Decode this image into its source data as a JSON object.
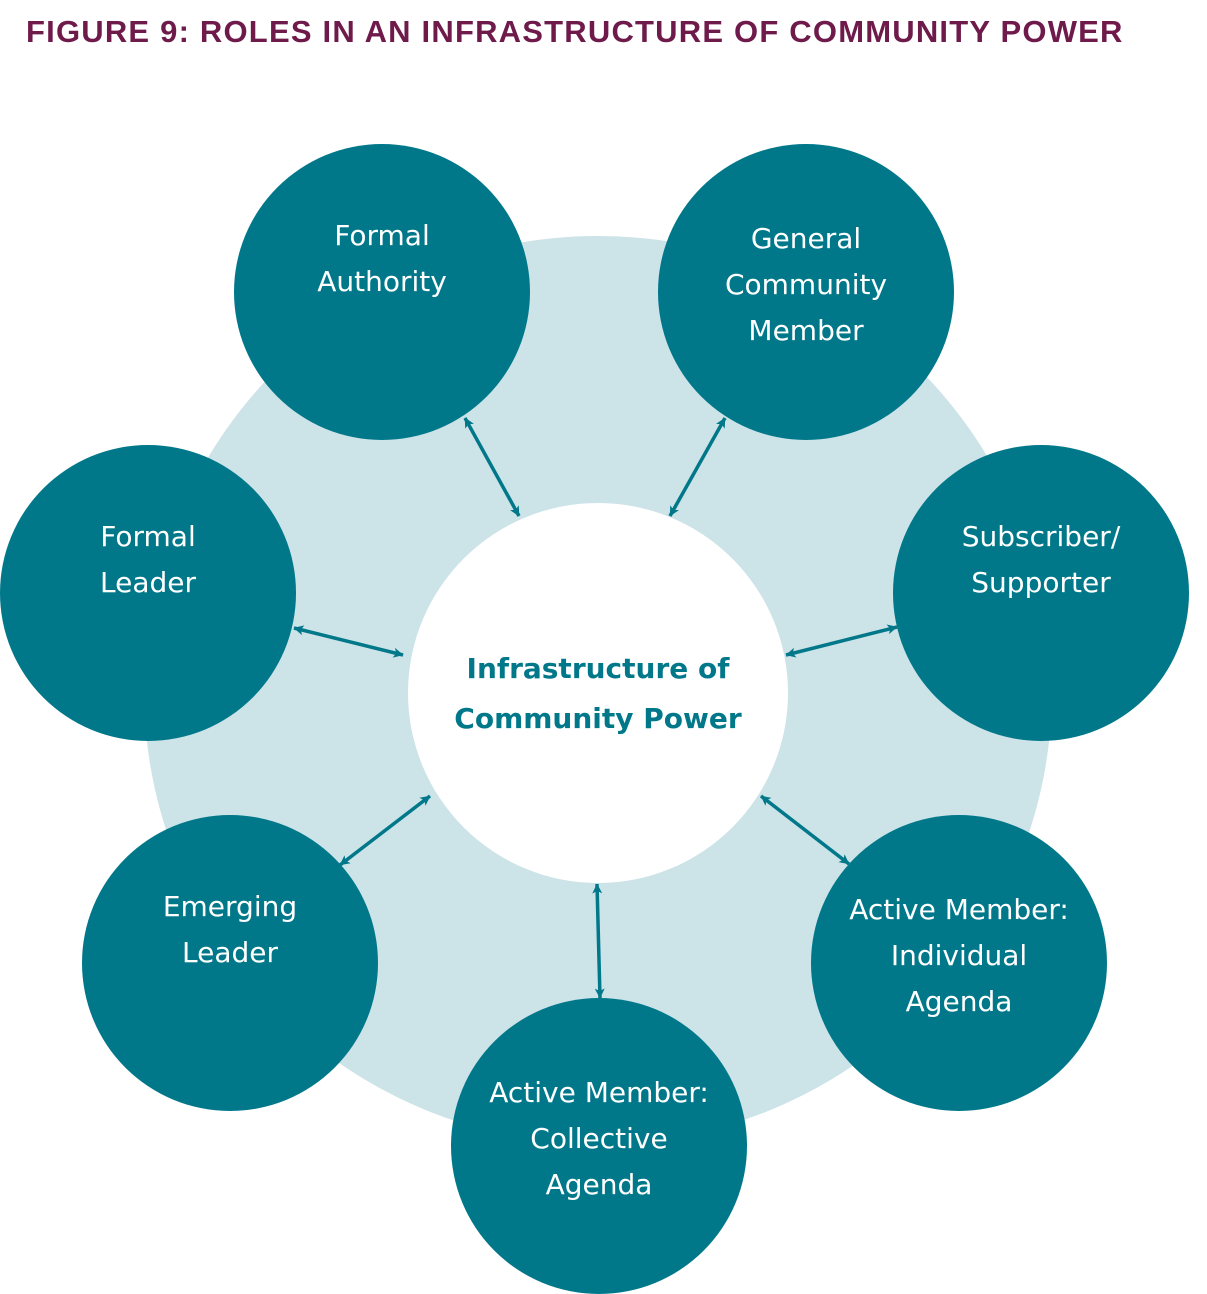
{
  "title": "FIGURE 9: ROLES IN AN INFRASTRUCTURE OF COMMUNITY POWER",
  "colors": {
    "title": "#6e1a4a",
    "node_fill": "#00788a",
    "ring_fill": "#cce3e8",
    "center_fill": "#ffffff",
    "center_text": "#00788a",
    "arrow": "#00788a",
    "node_text": "#ffffff"
  },
  "center": {
    "id": "infrastructure",
    "lines": [
      "Infrastructure of",
      "Community Power"
    ]
  },
  "nodes": [
    {
      "id": "formal-authority",
      "lines": [
        "Formal",
        "Authority"
      ]
    },
    {
      "id": "general-community-member",
      "lines": [
        "General",
        "Community",
        "Member"
      ]
    },
    {
      "id": "subscriber-supporter",
      "lines": [
        "Subscriber/",
        "Supporter"
      ]
    },
    {
      "id": "active-member-individual-agenda",
      "lines": [
        "Active Member:",
        "Individual",
        "Agenda"
      ]
    },
    {
      "id": "active-member-collective-agenda",
      "lines": [
        "Active Member:",
        "Collective",
        "Agenda"
      ]
    },
    {
      "id": "emerging-leader",
      "lines": [
        "Emerging",
        "Leader"
      ]
    },
    {
      "id": "formal-leader",
      "lines": [
        "Formal",
        "Leader"
      ]
    }
  ],
  "edges": [
    {
      "from": "formal-authority",
      "to": "infrastructure",
      "type": "bidirectional"
    },
    {
      "from": "general-community-member",
      "to": "infrastructure",
      "type": "bidirectional"
    },
    {
      "from": "subscriber-supporter",
      "to": "infrastructure",
      "type": "bidirectional"
    },
    {
      "from": "active-member-individual-agenda",
      "to": "infrastructure",
      "type": "bidirectional"
    },
    {
      "from": "active-member-collective-agenda",
      "to": "infrastructure",
      "type": "bidirectional"
    },
    {
      "from": "emerging-leader",
      "to": "infrastructure",
      "type": "bidirectional"
    },
    {
      "from": "formal-leader",
      "to": "infrastructure",
      "type": "bidirectional"
    }
  ]
}
